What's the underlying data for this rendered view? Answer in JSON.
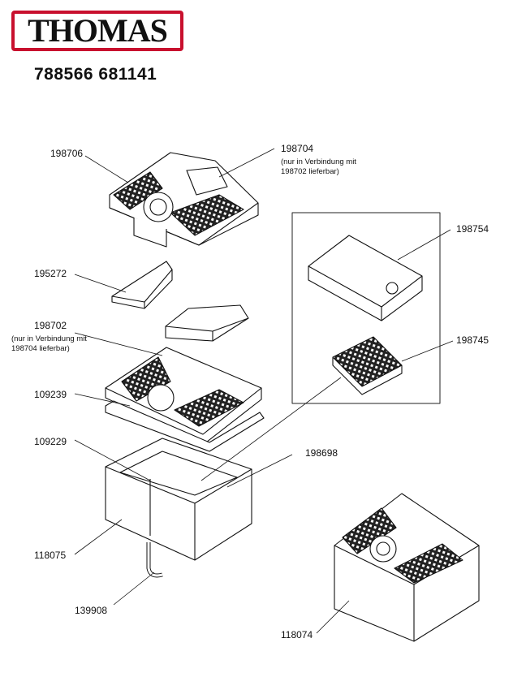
{
  "brand": {
    "logo_text": "THOMAS",
    "frame_color": "#c8102e"
  },
  "header": {
    "part_numbers": "788566 681141"
  },
  "parts": {
    "p198706": "198706",
    "p198704": "198704",
    "p198704_note_1": "(nur in Verbindung mit",
    "p198704_note_2": "198702 lieferbar)",
    "p195272": "195272",
    "p198702": "198702",
    "p198702_note_1": "(nur in Verbindung mit",
    "p198702_note_2": "198704 lieferbar)",
    "p109239": "109239",
    "p109229": "109229",
    "p198698": "198698",
    "p118075": "118075",
    "p139908": "139908",
    "p118074": "118074",
    "p198754": "198754",
    "p198745": "198745"
  }
}
